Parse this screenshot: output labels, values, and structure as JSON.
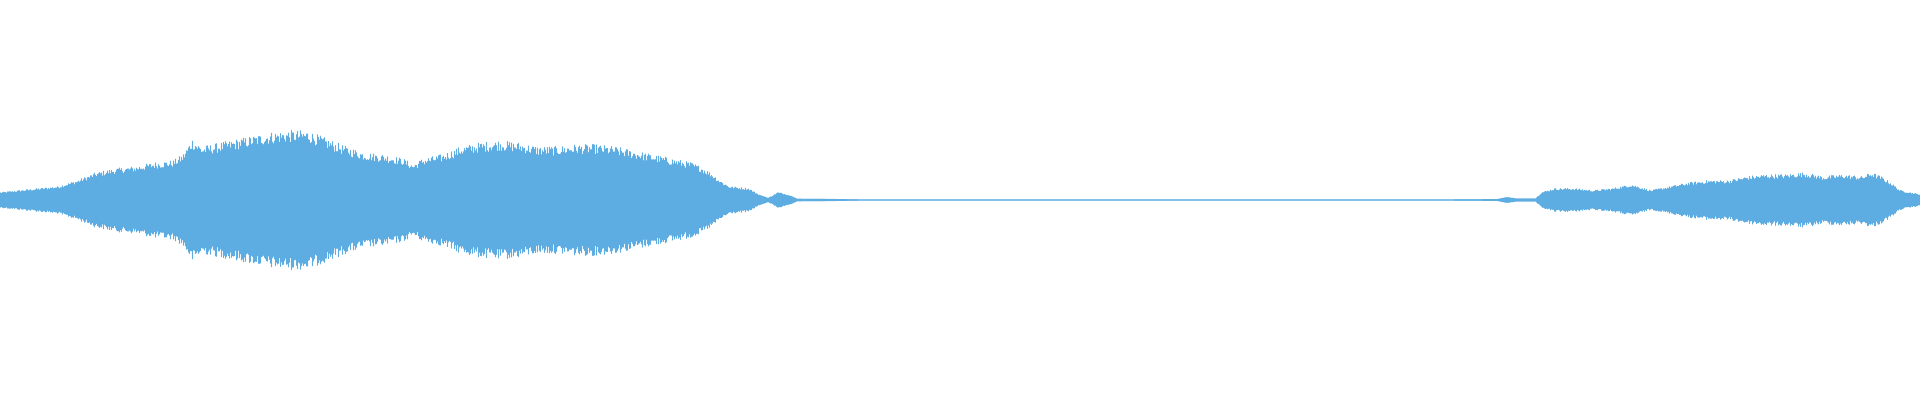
{
  "waveform": {
    "color": "#5dade2",
    "envelope": [
      [
        0.0,
        0.04
      ],
      [
        0.01,
        0.05
      ],
      [
        0.02,
        0.06
      ],
      [
        0.03,
        0.07
      ],
      [
        0.04,
        0.1
      ],
      [
        0.05,
        0.14
      ],
      [
        0.06,
        0.16
      ],
      [
        0.07,
        0.17
      ],
      [
        0.08,
        0.19
      ],
      [
        0.09,
        0.2
      ],
      [
        0.095,
        0.23
      ],
      [
        0.1,
        0.31
      ],
      [
        0.105,
        0.27
      ],
      [
        0.11,
        0.28
      ],
      [
        0.12,
        0.3
      ],
      [
        0.13,
        0.32
      ],
      [
        0.14,
        0.34
      ],
      [
        0.15,
        0.35
      ],
      [
        0.16,
        0.35
      ],
      [
        0.17,
        0.31
      ],
      [
        0.18,
        0.27
      ],
      [
        0.19,
        0.24
      ],
      [
        0.2,
        0.23
      ],
      [
        0.21,
        0.21
      ],
      [
        0.215,
        0.18
      ],
      [
        0.22,
        0.21
      ],
      [
        0.23,
        0.23
      ],
      [
        0.24,
        0.27
      ],
      [
        0.25,
        0.29
      ],
      [
        0.26,
        0.3
      ],
      [
        0.27,
        0.29
      ],
      [
        0.28,
        0.27
      ],
      [
        0.29,
        0.27
      ],
      [
        0.3,
        0.28
      ],
      [
        0.31,
        0.28
      ],
      [
        0.32,
        0.27
      ],
      [
        0.33,
        0.25
      ],
      [
        0.34,
        0.23
      ],
      [
        0.35,
        0.21
      ],
      [
        0.36,
        0.19
      ],
      [
        0.365,
        0.17
      ],
      [
        0.37,
        0.14
      ],
      [
        0.375,
        0.1
      ],
      [
        0.38,
        0.07
      ],
      [
        0.39,
        0.06
      ],
      [
        0.395,
        0.03
      ],
      [
        0.4,
        0.01
      ],
      [
        0.405,
        0.04
      ],
      [
        0.41,
        0.03
      ],
      [
        0.415,
        0.007
      ],
      [
        0.45,
        0.004
      ],
      [
        0.6,
        0.004
      ],
      [
        0.75,
        0.004
      ],
      [
        0.78,
        0.005
      ],
      [
        0.785,
        0.015
      ],
      [
        0.79,
        0.008
      ],
      [
        0.8,
        0.008
      ],
      [
        0.803,
        0.04
      ],
      [
        0.81,
        0.06
      ],
      [
        0.82,
        0.06
      ],
      [
        0.83,
        0.05
      ],
      [
        0.84,
        0.06
      ],
      [
        0.85,
        0.08
      ],
      [
        0.86,
        0.05
      ],
      [
        0.87,
        0.07
      ],
      [
        0.88,
        0.09
      ],
      [
        0.89,
        0.1
      ],
      [
        0.9,
        0.1
      ],
      [
        0.91,
        0.12
      ],
      [
        0.92,
        0.13
      ],
      [
        0.93,
        0.13
      ],
      [
        0.94,
        0.14
      ],
      [
        0.95,
        0.12
      ],
      [
        0.96,
        0.13
      ],
      [
        0.97,
        0.12
      ],
      [
        0.975,
        0.14
      ],
      [
        0.98,
        0.12
      ],
      [
        0.985,
        0.09
      ],
      [
        0.99,
        0.05
      ],
      [
        1.0,
        0.03
      ]
    ]
  }
}
